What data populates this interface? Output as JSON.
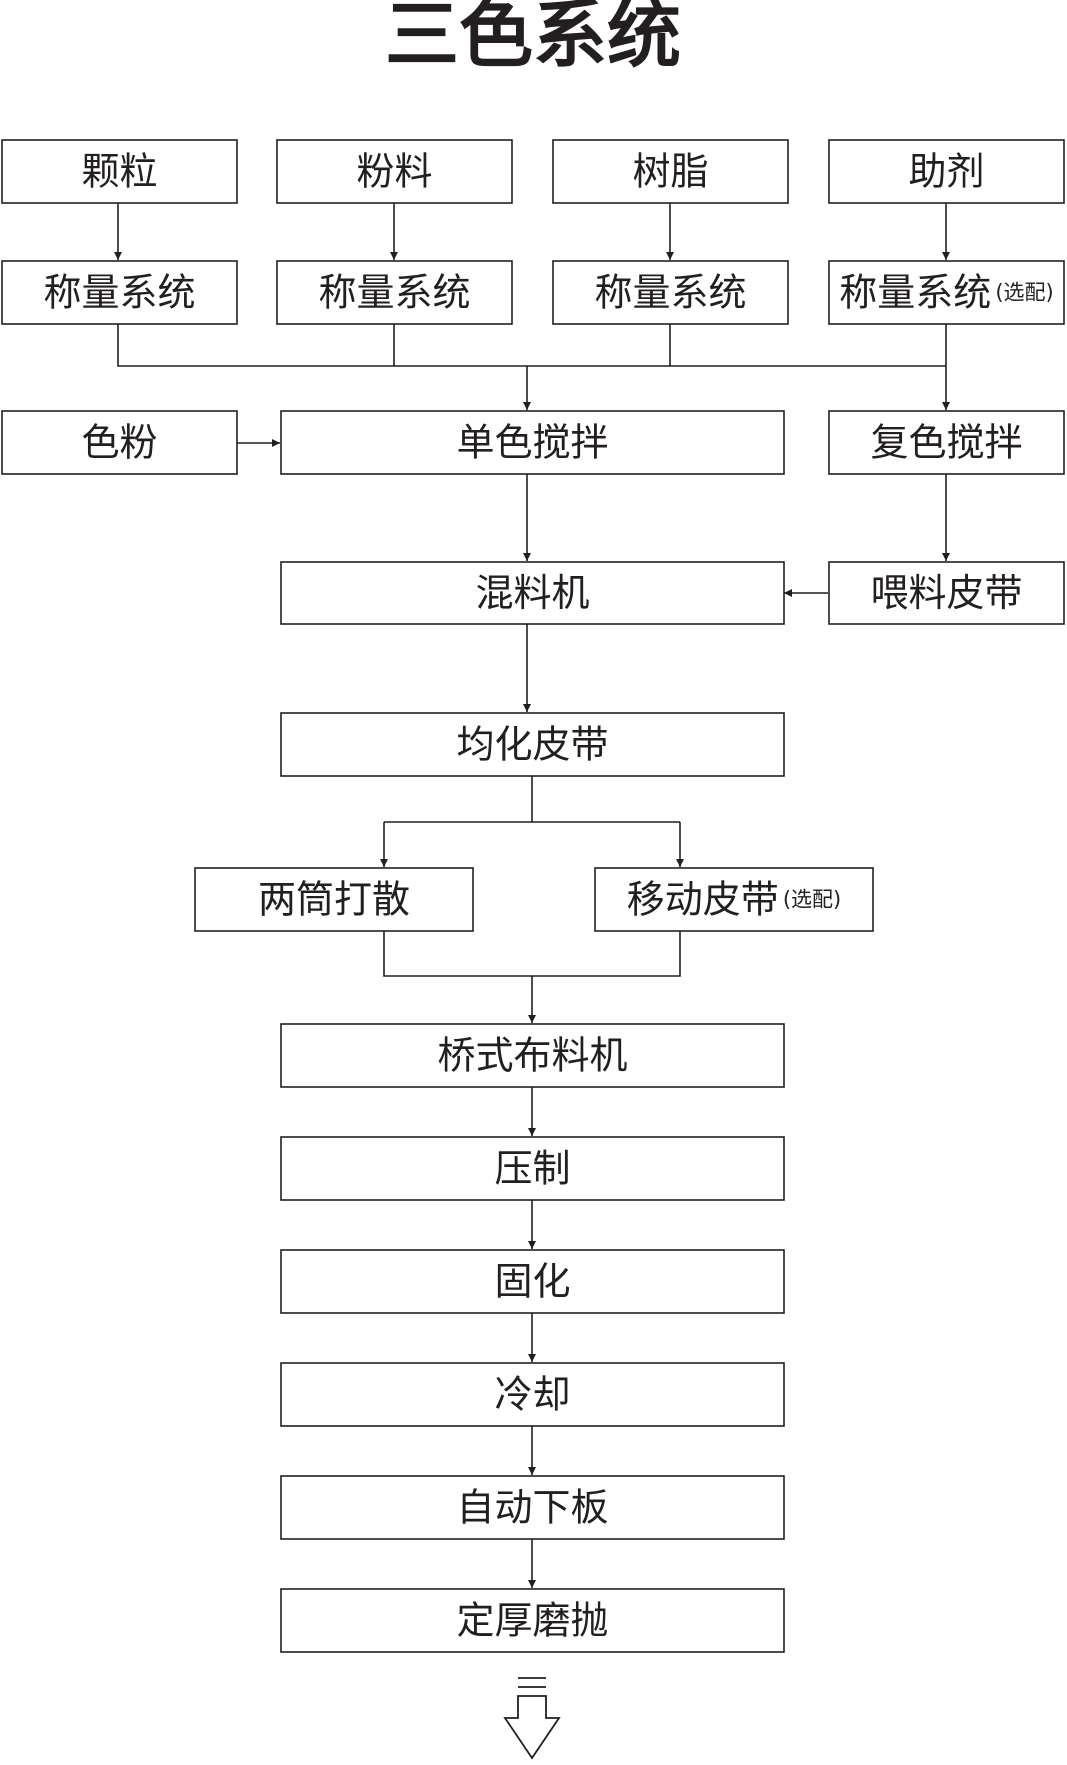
{
  "title": "三色系统",
  "nodes": {
    "n1": {
      "label": "颗粒",
      "sub": ""
    },
    "n2": {
      "label": "粉料",
      "sub": ""
    },
    "n3": {
      "label": "树脂",
      "sub": ""
    },
    "n4": {
      "label": "助剂",
      "sub": ""
    },
    "w1": {
      "label": "称量系统",
      "sub": ""
    },
    "w2": {
      "label": "称量系统",
      "sub": ""
    },
    "w3": {
      "label": "称量系统",
      "sub": ""
    },
    "w4": {
      "label": "称量系统",
      "sub": "(选配)"
    },
    "pigment": {
      "label": "色粉",
      "sub": ""
    },
    "mono_mix": {
      "label": "单色搅拌",
      "sub": ""
    },
    "multi_mix": {
      "label": "复色搅拌",
      "sub": ""
    },
    "mixer": {
      "label": "混料机",
      "sub": ""
    },
    "feed_belt": {
      "label": "喂料皮带",
      "sub": ""
    },
    "homog_belt": {
      "label": "均化皮带",
      "sub": ""
    },
    "two_drum": {
      "label": "两筒打散",
      "sub": ""
    },
    "move_belt": {
      "label": "移动皮带",
      "sub": "(选配)"
    },
    "bridge": {
      "label": "桥式布料机",
      "sub": ""
    },
    "press": {
      "label": "压制",
      "sub": ""
    },
    "cure": {
      "label": "固化",
      "sub": ""
    },
    "cool": {
      "label": "冷却",
      "sub": ""
    },
    "unload": {
      "label": "自动下板",
      "sub": ""
    },
    "grind": {
      "label": "定厚磨抛",
      "sub": ""
    }
  },
  "colors": {
    "line": "#231f20",
    "box_fill": "#ffffff",
    "text": "#231f20"
  }
}
